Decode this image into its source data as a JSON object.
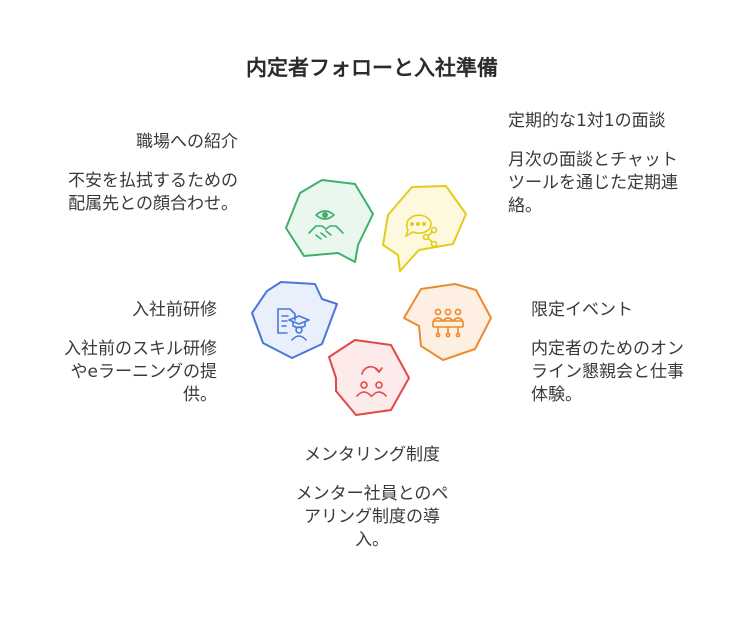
{
  "title": "内定者フォローと入社準備",
  "items": [
    {
      "heading": "職場への紹介",
      "body": "不安を払拭するための配属先との顔合わせ。",
      "color": "#3fb06b",
      "fill": "#e9f7ee",
      "icon": "handshake-icon"
    },
    {
      "heading": "定期的な1対1の面談",
      "body": "月次の面談とチャットツールを通じた定期連絡。",
      "color": "#e2cc1d",
      "fill": "#fdf9de",
      "icon": "chat-bubble-icon"
    },
    {
      "heading": "限定イベント",
      "body": "内定者のためのオンライン懇親会と仕事体験。",
      "color": "#ea8c2f",
      "fill": "#fdf0e2",
      "icon": "meeting-table-icon"
    },
    {
      "heading": "メンタリング制度",
      "body": "メンター社員とのペアリング制度の導入。",
      "color": "#e14848",
      "fill": "#fdeaea",
      "icon": "mentor-pair-icon"
    },
    {
      "heading": "入社前研修",
      "body": "入社前のスキル研修やeラーニングの提供。",
      "color": "#4a78d6",
      "fill": "#eaf0fb",
      "icon": "graduate-document-icon"
    }
  ]
}
